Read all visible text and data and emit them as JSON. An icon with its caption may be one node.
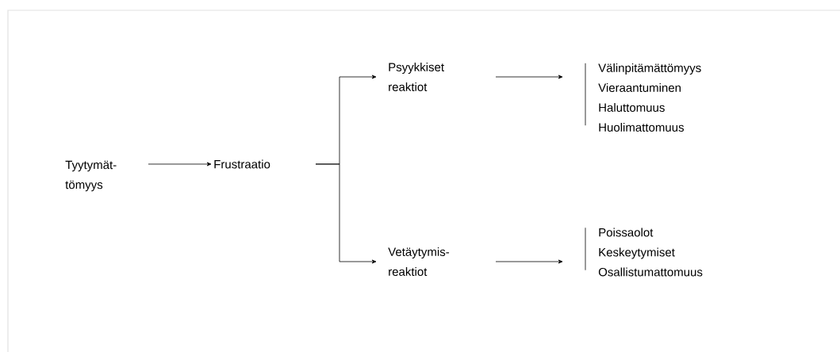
{
  "diagram": {
    "nodes": [
      {
        "text": [
          "Tyytymät- tömyys"
        ]
      },
      {
        "text": [
          "Frustraatio"
        ]
      },
      {
        "text": [
          "Psyykkiset reaktiot"
        ]
      },
      {
        "text": [
          "Vetäytymis- reaktiot"
        ]
      },
      {
        "text": [
          "Välinpitämättömyys",
          "Vieraantuminen",
          "Haluttomuus",
          "Huolimattomuus"
        ]
      },
      {
        "text": [
          "Poissaolot",
          "Keskeytymiset",
          "Osallistumattomuus"
        ]
      }
    ],
    "edges": [
      {
        "from": 0,
        "to": 1,
        "arrow": "to"
      },
      {
        "from": 1,
        "to": 2,
        "arrow": "to"
      },
      {
        "from": 1,
        "to": 3,
        "arrow": "to"
      },
      {
        "from": 2,
        "to": 4,
        "arrow": "to"
      },
      {
        "from": 3,
        "to": 5,
        "arrow": "to"
      }
    ]
  }
}
